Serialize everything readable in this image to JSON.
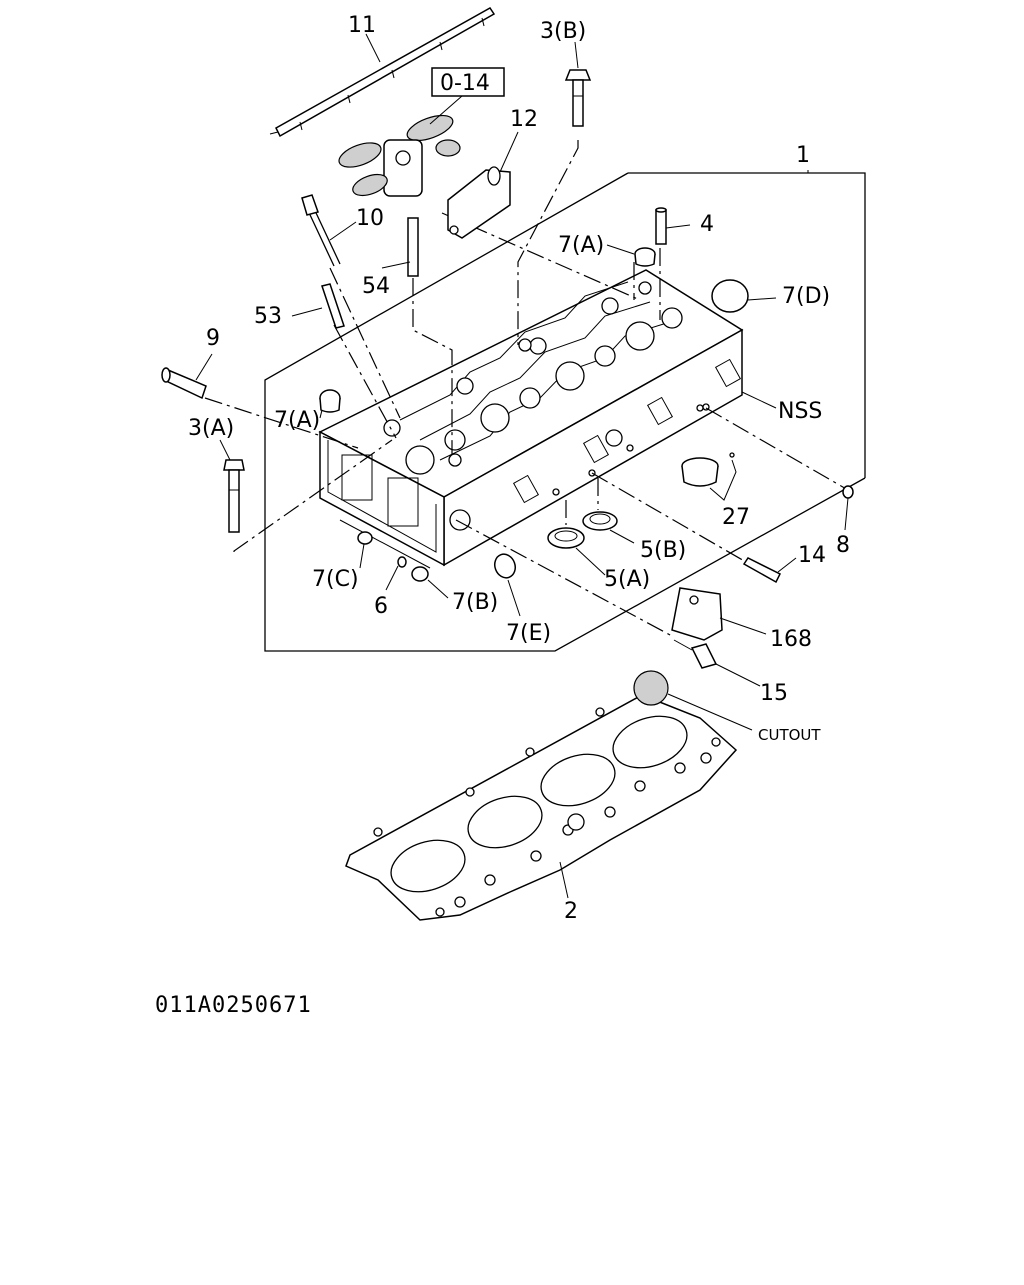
{
  "diagram": {
    "drawing_code": "011A0250671",
    "labels": {
      "p11": "11",
      "p3b": "3(B)",
      "p0_14": "0-14",
      "p12": "12",
      "p1": "1",
      "p10": "10",
      "p4": "4",
      "p7a_top": "7(A)",
      "p54": "54",
      "p7d": "7(D)",
      "p53": "53",
      "p9": "9",
      "nss": "NSS",
      "p7a_left": "7(A)",
      "p3a": "3(A)",
      "p27": "27",
      "p8": "8",
      "p5b": "5(B)",
      "p14": "14",
      "p7c": "7(C)",
      "p5a": "5(A)",
      "p6": "6",
      "p7b": "7(B)",
      "p7e": "7(E)",
      "p168": "168",
      "p15": "15",
      "cutout": "CUTOUT",
      "p2": "2"
    }
  }
}
